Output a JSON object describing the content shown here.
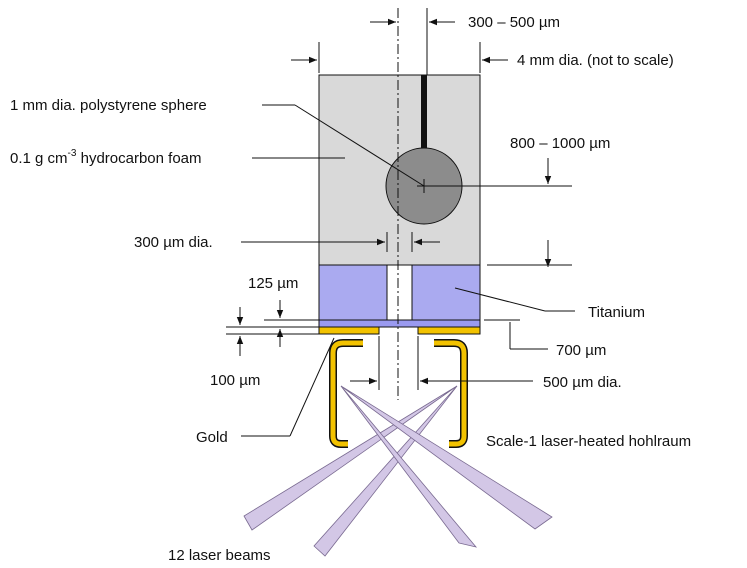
{
  "labels": {
    "axis_dim": "300 – 500 µm",
    "outer_dia": "4 mm dia. (not to scale)",
    "sphere": "1 mm dia. polystyrene sphere",
    "foam_prefix": "0.1 g cm",
    "foam_exp": "-3",
    "foam_suffix": " hydrocarbon foam",
    "sphere_height": "800 – 1000 µm",
    "hole_dia": "300 µm dia.",
    "ti_thick": "125 µm",
    "titanium": "Titanium",
    "foot_700": "700 µm",
    "gold_gap": "100 µm",
    "laser_hole": "500 µm dia.",
    "gold": "Gold",
    "hohlraum": "Scale-1 laser-heated hohlraum",
    "beams": "12 laser beams"
  },
  "colors": {
    "foam": "#d9d9d9",
    "sphere": "#8c8c8c",
    "titanium": "#aaaaf0",
    "gold": "#f2c200",
    "beam": "#cfc1e4",
    "line": "#111111"
  }
}
